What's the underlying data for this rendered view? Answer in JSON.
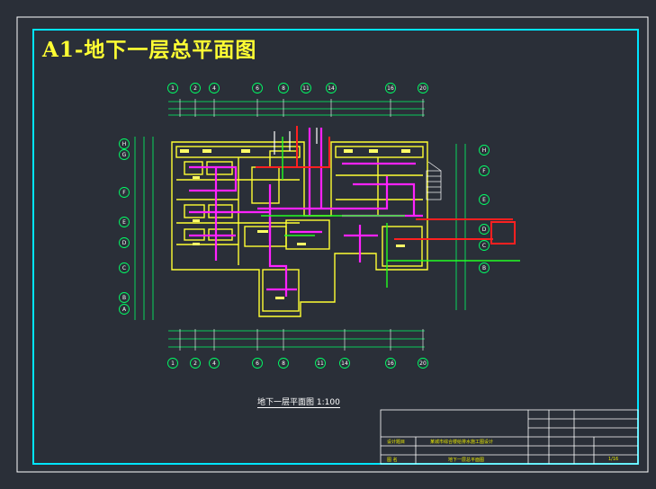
{
  "drawing": {
    "title": "A1-地下一层总平面图",
    "caption": "地下一层平面图 1:100"
  },
  "axes": {
    "top": [
      "1",
      "2",
      "4",
      "6",
      "8",
      "11",
      "14",
      "16",
      "20"
    ],
    "bottom": [
      "1",
      "2",
      "4",
      "6",
      "8",
      "11",
      "14",
      "16",
      "20"
    ],
    "left": [
      "H",
      "G",
      "F",
      "E",
      "D",
      "C",
      "B",
      "A"
    ],
    "right": [
      "H",
      "F",
      "E",
      "D",
      "C",
      "B"
    ]
  },
  "title_block": {
    "project_label": "设计题目",
    "project_name": "某城市综合楼给排水施工图设计",
    "drawing_label": "图  名",
    "drawing_name": "地下一层总平面图",
    "page": "1/16"
  },
  "colors": {
    "background": "#2a2f38",
    "frame": "#00e5ff",
    "wall": "#ffff33",
    "pipe_magenta": "#ff22ff",
    "pipe_red": "#ff2020",
    "pipe_green": "#22ff22"
  }
}
